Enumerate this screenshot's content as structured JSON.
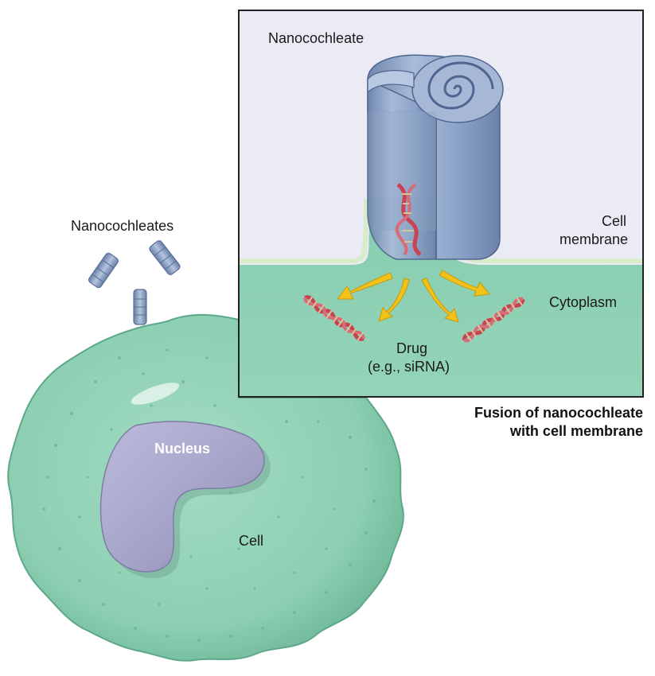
{
  "labels": {
    "nanocochleates": "Nanocochleates",
    "nanocochleate": "Nanocochleate",
    "cell_membrane_line1": "Cell",
    "cell_membrane_line2": "membrane",
    "cytoplasm": "Cytoplasm",
    "drug_line1": "Drug",
    "drug_line2": "(e.g., siRNA)",
    "nucleus": "Nucleus",
    "cell": "Cell"
  },
  "caption": {
    "line1": "Fusion of nanocochleate",
    "line2": "with cell membrane"
  },
  "colors": {
    "cytoplasm": "#8fd1b4",
    "cytoplasm_dark": "#6dbb9a",
    "inset_bg": "#ececf6",
    "nucleus": "#a7a5c9",
    "nanocochleate": "#8ea6c9",
    "dna": "#c94452",
    "arrow": "#f2c21a"
  }
}
